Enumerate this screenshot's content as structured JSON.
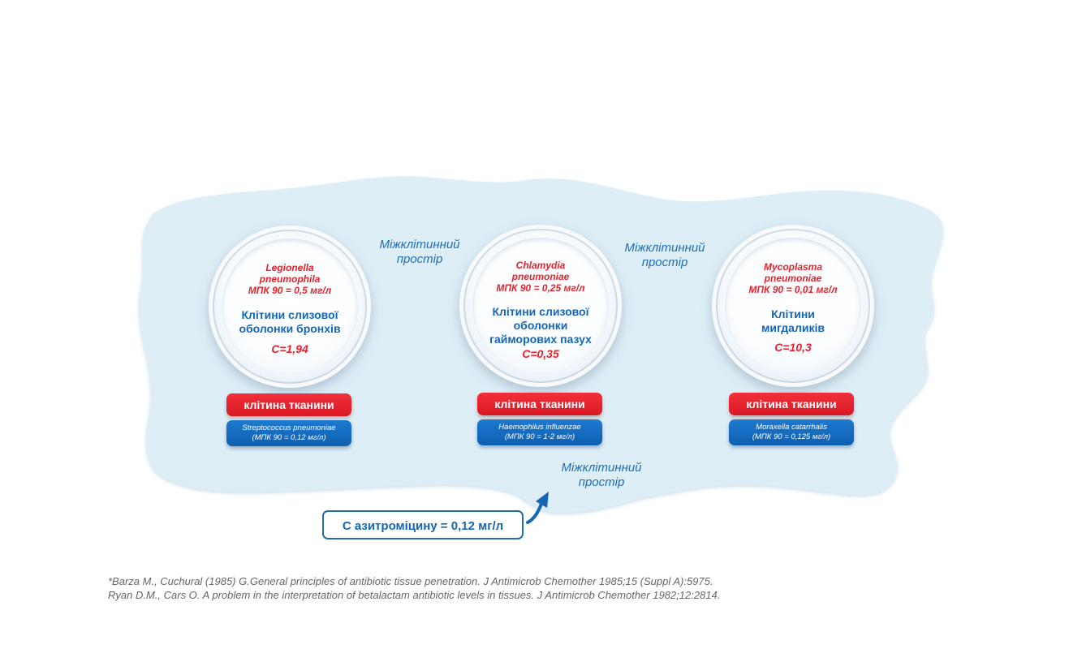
{
  "intercellular_label": {
    "line1": "Міжклітинний",
    "line2": "простір"
  },
  "cells": [
    {
      "organism_line1": "Legionella",
      "organism_line2": "pneumophila",
      "mic": "МПК 90 = 0,5 мг/л",
      "tissue_line1": "Клітини слизової",
      "tissue_line2": "оболонки бронхів",
      "tissue_line3": "",
      "concentration": "С=1,94",
      "pill_label": "клітина тканини",
      "bacteria": "Streptococcus pneumoniae",
      "bacteria_mic": "(МПК 90 = 0,12 мг/л)"
    },
    {
      "organism_line1": "Chlamydia",
      "organism_line2": "pneumoniae",
      "mic": "МПК 90 = 0,25 мг/л",
      "tissue_line1": "Клітини слизової",
      "tissue_line2": "оболонки",
      "tissue_line3": "гайморових пазух",
      "concentration": "С=0,35",
      "pill_label": "клітина тканини",
      "bacteria": "Haemophilus influenzae",
      "bacteria_mic": "(МПК 90 = 1-2 мг/л)"
    },
    {
      "organism_line1": "Mycoplasma",
      "organism_line2": "pneumoniae",
      "mic": "МПК 90 = 0,01 мг/л",
      "tissue_line1": "Клітини",
      "tissue_line2": "мигдаликів",
      "tissue_line3": "",
      "concentration": "С=10,3",
      "pill_label": "клітина тканини",
      "bacteria": "Moraxella catarrhalis",
      "bacteria_mic": "(МПК 90 = 0,125 мг/л)"
    }
  ],
  "azithromycin": "С азитроміцину = 0,12 мг/л",
  "footnote": {
    "line1": "*Barza M., Cuchural (1985) G.General principles of antibiotic tissue penetration. J Antimicrob Chemother 1985;15 (Suppl A):5975.",
    "line2": "Ryan D.M., Cars O. A problem in the interpretation of betalactam antibiotic levels in tissues. J Antimicrob Chemother 1982;12:2814."
  },
  "colors": {
    "background_blob": "#ddeef6",
    "accent_red": "#e8212d",
    "accent_blue": "#1565b5"
  }
}
